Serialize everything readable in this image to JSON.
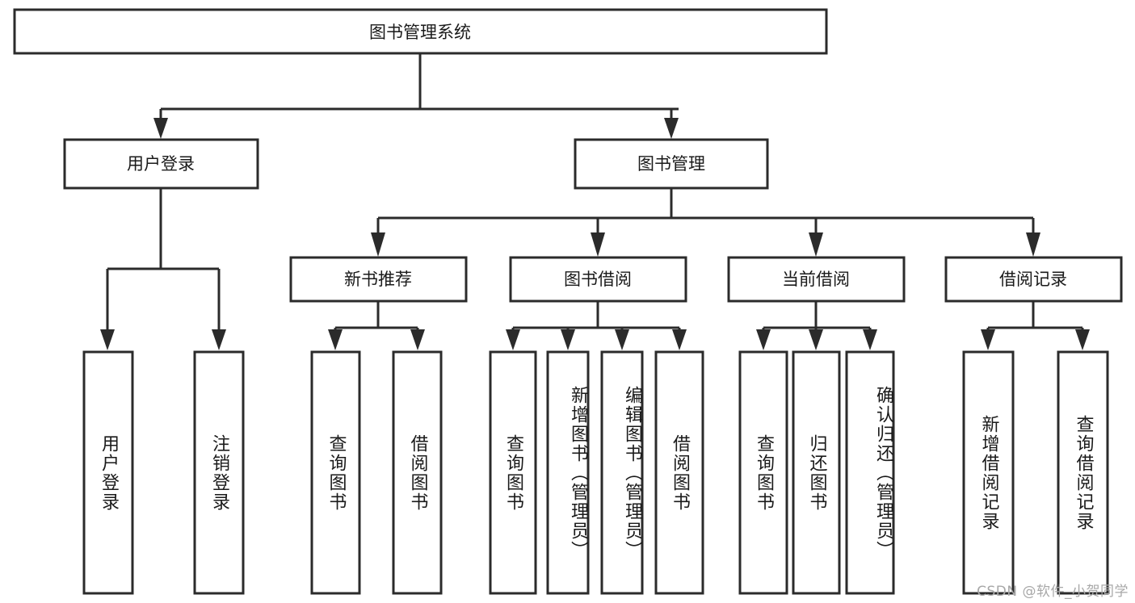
{
  "diagram": {
    "type": "hierarchy-tree",
    "title": "图书管理系统",
    "orientation": "top-down",
    "theme": {
      "background": "#ffffff",
      "box_fill": "#ffffff",
      "box_stroke": "#2b2b2b",
      "text_color": "#1a1a1a",
      "watermark_color": "#a8a8a8"
    },
    "levels": {
      "level0": [
        "图书管理系统"
      ],
      "level1": [
        "用户登录",
        "图书管理"
      ],
      "level2": [
        "新书推荐",
        "图书借阅",
        "当前借阅",
        "借阅记录"
      ],
      "level3": [
        "用户登录",
        "注销登录",
        "查询图书",
        "借阅图书",
        "查询图书",
        "新增图书（管理员）",
        "编辑图书（管理员）",
        "借阅图书",
        "查询图书",
        "归还图书",
        "确认归还（管理员）",
        "新增借阅记录",
        "查询借阅记录"
      ]
    },
    "nodes": {
      "root": {
        "label": "图书管理系统"
      },
      "user_login": {
        "label": "用户登录"
      },
      "book_manage": {
        "label": "图书管理"
      },
      "new_book_rec": {
        "label": "新书推荐"
      },
      "book_borrow": {
        "label": "图书借阅"
      },
      "current_borrow": {
        "label": "当前借阅"
      },
      "borrow_record": {
        "label": "借阅记录"
      },
      "leaf_user_login": {
        "label": "用户登录"
      },
      "leaf_logout": {
        "label": "注销登录"
      },
      "leaf_query_book_a": {
        "label": "查询图书"
      },
      "leaf_borrow_book_a": {
        "label": "借阅图书"
      },
      "leaf_query_book_b": {
        "label": "查询图书"
      },
      "leaf_add_book": {
        "label": "新增图书（管理员）"
      },
      "leaf_edit_book": {
        "label": "编辑图书（管理员）"
      },
      "leaf_borrow_book_b": {
        "label": "借阅图书"
      },
      "leaf_query_book_c": {
        "label": "查询图书"
      },
      "leaf_return_book": {
        "label": "归还图书"
      },
      "leaf_confirm_return": {
        "label": "确认归还（管理员）"
      },
      "leaf_add_record": {
        "label": "新增借阅记录"
      },
      "leaf_query_record": {
        "label": "查询借阅记录"
      }
    },
    "edges": [
      {
        "from": "root",
        "to": "user_login"
      },
      {
        "from": "root",
        "to": "book_manage"
      },
      {
        "from": "user_login",
        "to": "leaf_user_login"
      },
      {
        "from": "user_login",
        "to": "leaf_logout"
      },
      {
        "from": "book_manage",
        "to": "new_book_rec"
      },
      {
        "from": "book_manage",
        "to": "book_borrow"
      },
      {
        "from": "book_manage",
        "to": "current_borrow"
      },
      {
        "from": "book_manage",
        "to": "borrow_record"
      },
      {
        "from": "new_book_rec",
        "to": "leaf_query_book_a"
      },
      {
        "from": "new_book_rec",
        "to": "leaf_borrow_book_a"
      },
      {
        "from": "book_borrow",
        "to": "leaf_query_book_b"
      },
      {
        "from": "book_borrow",
        "to": "leaf_add_book"
      },
      {
        "from": "book_borrow",
        "to": "leaf_edit_book"
      },
      {
        "from": "book_borrow",
        "to": "leaf_borrow_book_b"
      },
      {
        "from": "current_borrow",
        "to": "leaf_query_book_c"
      },
      {
        "from": "current_borrow",
        "to": "leaf_return_book"
      },
      {
        "from": "current_borrow",
        "to": "leaf_confirm_return"
      },
      {
        "from": "borrow_record",
        "to": "leaf_add_record"
      },
      {
        "from": "borrow_record",
        "to": "leaf_query_record"
      }
    ]
  },
  "watermark": {
    "text": "CSDN @软件_小贺同学"
  }
}
